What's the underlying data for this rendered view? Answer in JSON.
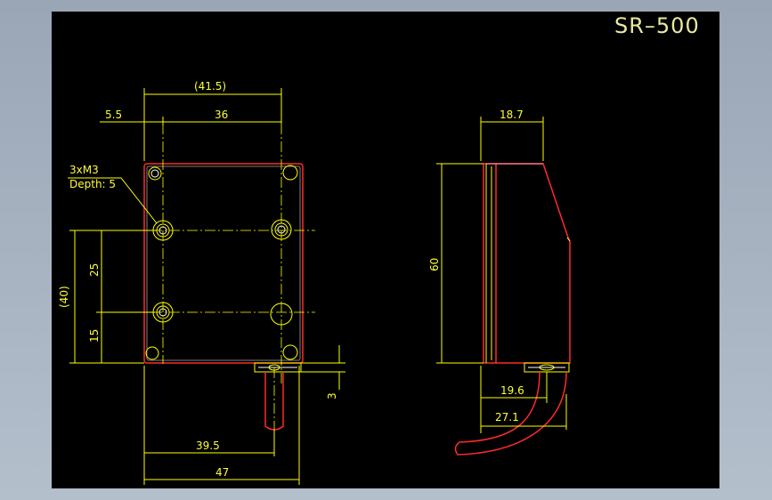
{
  "drawing": {
    "title": "SR–500",
    "annotations": {
      "hole_callout_line1": "3xM3",
      "hole_callout_line2": "Depth: 5"
    },
    "dimensions": {
      "overall_width_ref": "(41.5)",
      "offset_5_5": "5.5",
      "hole_spacing_36": "36",
      "overall_height_ref": "(40)",
      "hole_spacing_25": "25",
      "bottom_offset_15": "15",
      "cable_offset_3": "3",
      "cable_pos_39_5": "39.5",
      "overall_width_47": "47",
      "side_depth_18_7": "18.7",
      "side_height_60": "60",
      "side_cable_19_6": "19.6",
      "side_cable_27_1": "27.1"
    },
    "colors": {
      "background": "#000000",
      "outline": "#ff2a2a",
      "dimension": "#ffff00",
      "edge": "#ffffff",
      "frame": "#9aa6b6"
    }
  }
}
